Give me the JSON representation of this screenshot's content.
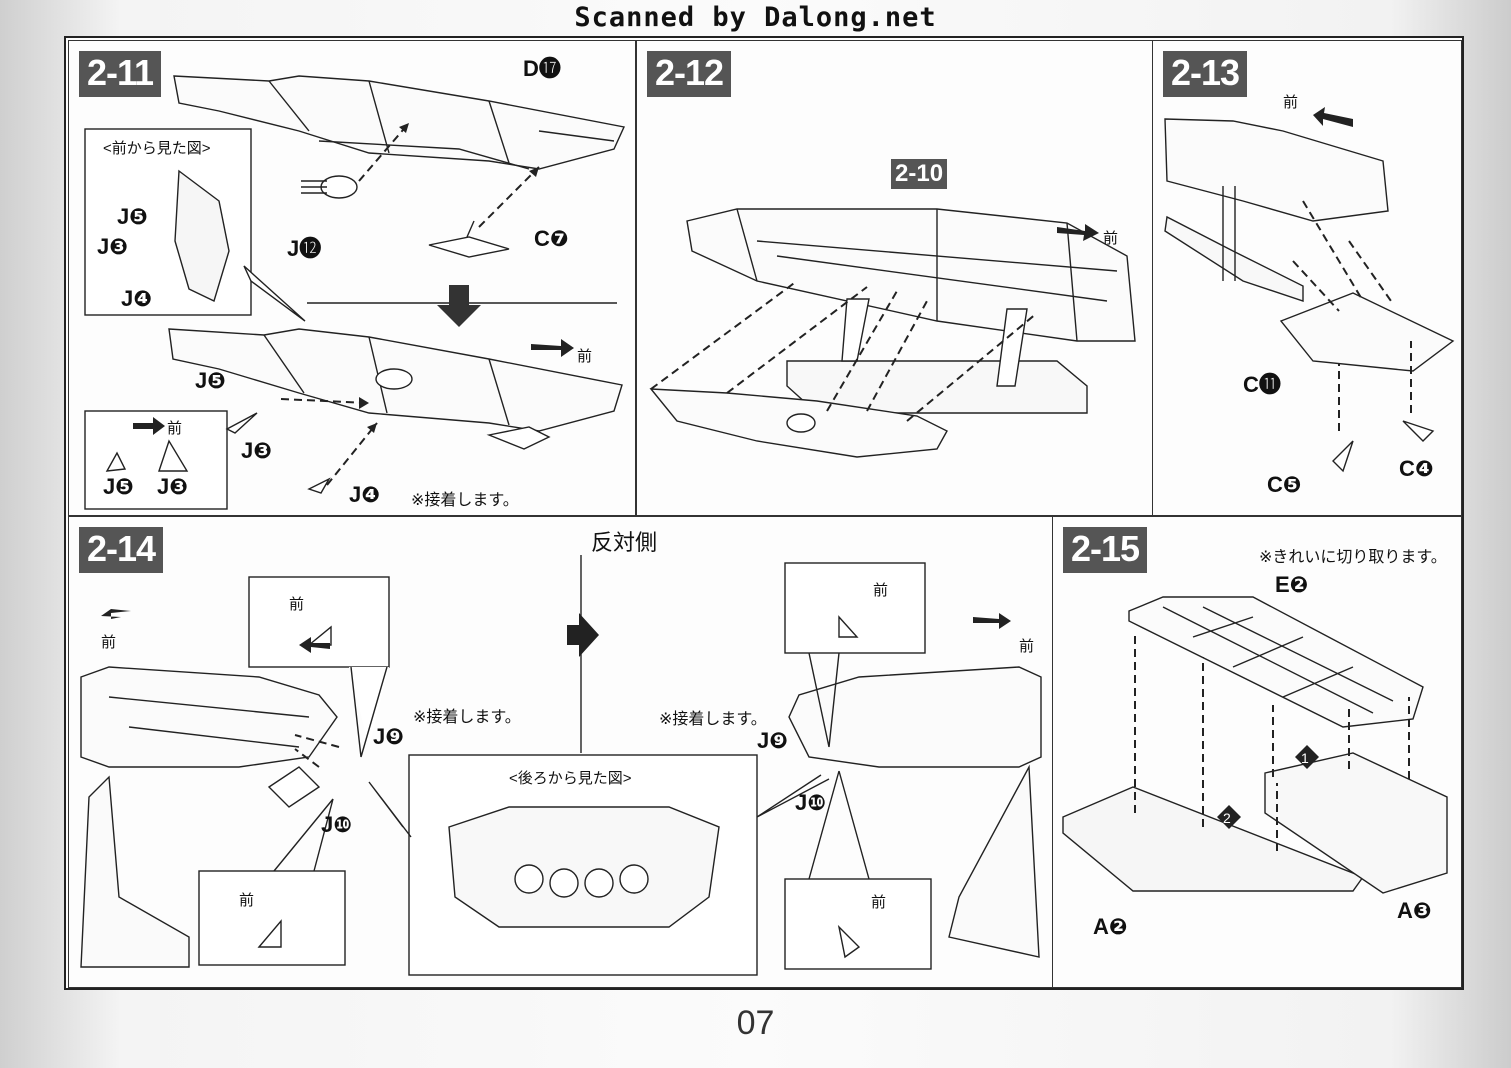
{
  "header": {
    "scan_credit": "Scanned by Dalong.net"
  },
  "page": {
    "number": "07"
  },
  "steps": {
    "s2_11": {
      "title": "2-11",
      "inset_title": "<前から見た図>",
      "parts": {
        "d17": "D⓱",
        "j12": "J⓬",
        "c7": "C❼",
        "j5": "J❺",
        "j3": "J❸",
        "j4": "J❹"
      },
      "front": "前",
      "note": "※接着します。"
    },
    "s2_12": {
      "title": "2-12",
      "ref_step": "2-10",
      "front": "前"
    },
    "s2_13": {
      "title": "2-13",
      "front": "前",
      "parts": {
        "c11": "C⓫",
        "c5": "C❺",
        "c4": "C❹"
      }
    },
    "s2_14": {
      "title": "2-14",
      "front": "前",
      "opposite_side": "反対側",
      "note": "※接着します。",
      "rear_view_title": "<後ろから見た図>",
      "parts": {
        "j9": "J❾",
        "j10": "J❿"
      }
    },
    "s2_15": {
      "title": "2-15",
      "note": "※きれいに切り取ります。",
      "parts": {
        "e2": "E❷",
        "a2": "A❷",
        "a3": "A❸"
      },
      "order": {
        "first": "❶",
        "second": "❷"
      }
    }
  }
}
